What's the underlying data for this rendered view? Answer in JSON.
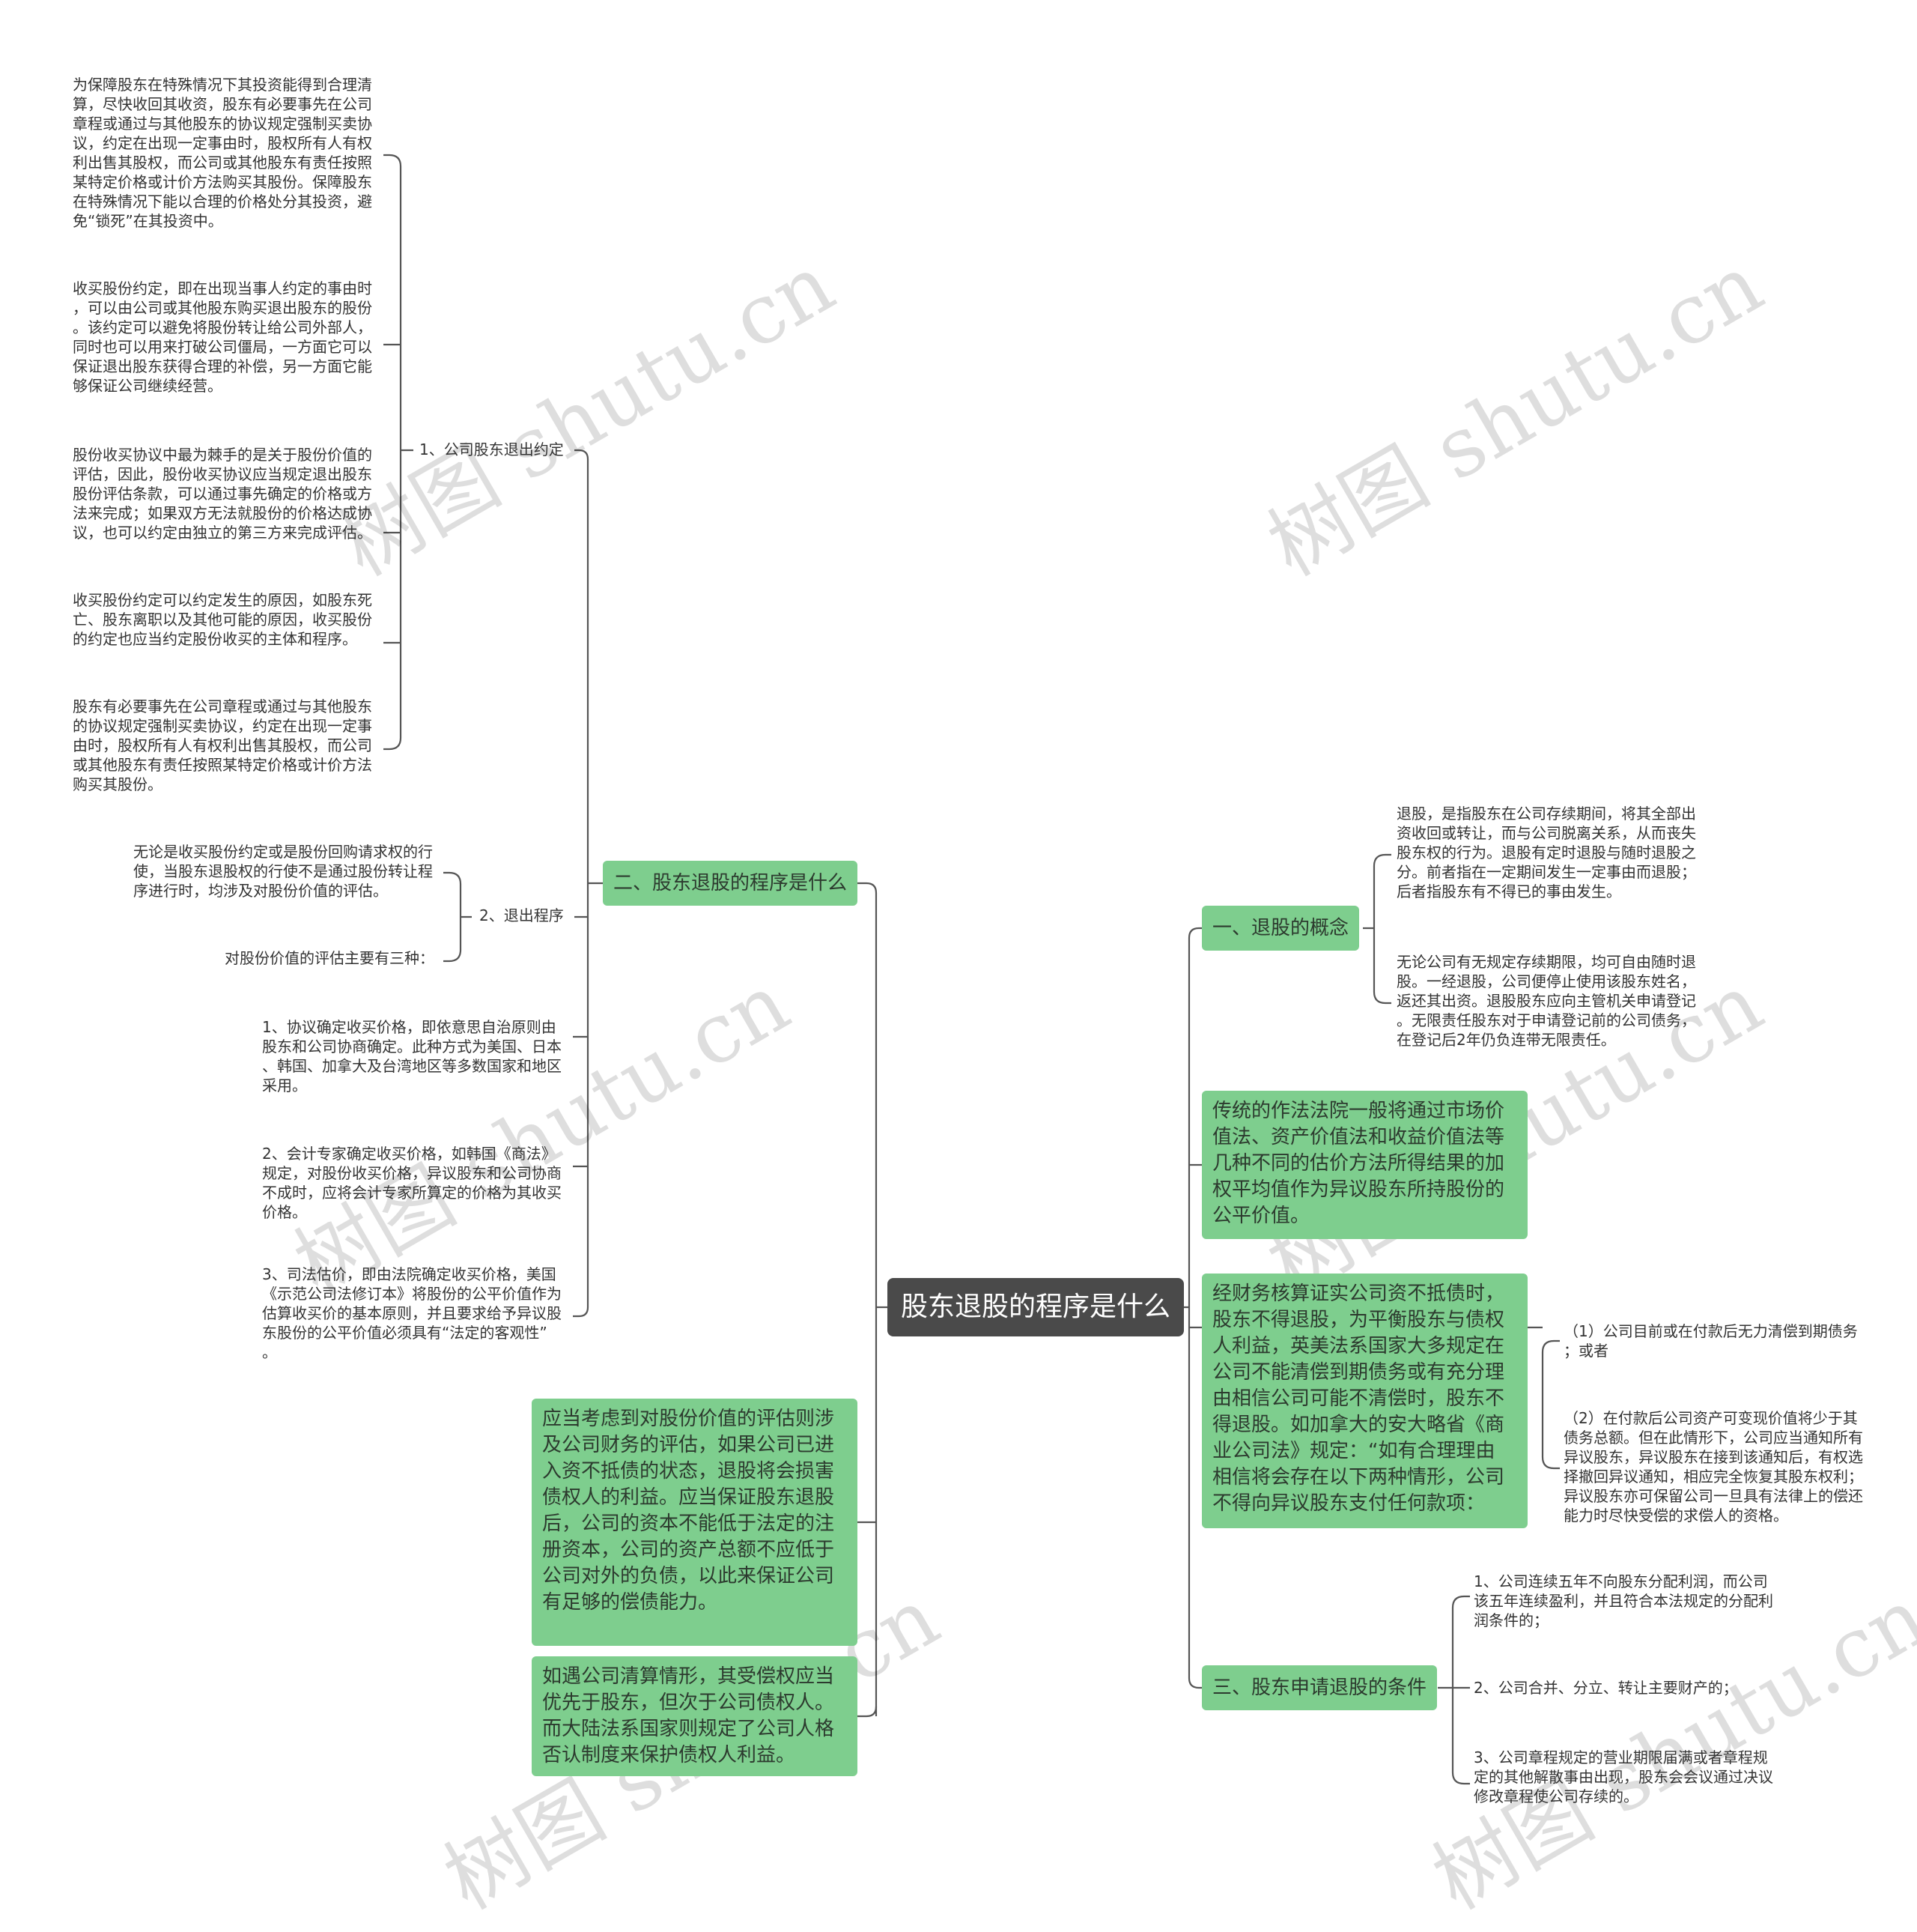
{
  "watermark": "树图 shutu.cn",
  "center": {
    "label": "股东退股的程序是什么"
  },
  "left": {
    "branch_label": "二、股东退股的程序是什么",
    "sub1": {
      "label": "1、公司股东退出约定",
      "items": [
        "为保障股东在特殊情况下其投资能得到合理清\n算，尽快收回其收资，股东有必要事先在公司\n章程或通过与其他股东的协议规定强制买卖协\n议，约定在出现一定事由时，股权所有人有权\n利出售其股权，而公司或其他股东有责任按照\n某特定价格或计价方法购买其股份。保障股东\n在特殊情况下能以合理的价格处分其投资，避\n免“锁死”在其投资中。",
        "收买股份约定，即在出现当事人约定的事由时\n，可以由公司或其他股东购买退出股东的股份\n。该约定可以避免将股份转让给公司外部人，\n同时也可以用来打破公司僵局，一方面它可以\n保证退出股东获得合理的补偿，另一方面它能\n够保证公司继续经营。",
        "股份收买协议中最为棘手的是关于股份价值的\n评估，因此，股份收买协议应当规定退出股东\n股份评估条款，可以通过事先确定的价格或方\n法来完成；如果双方无法就股份的价格达成协\n议，也可以约定由独立的第三方来完成评估。",
        "收买股份约定可以约定发生的原因，如股东死\n亡、股东离职以及其他可能的原因，收买股份\n的约定也应当约定股份收买的主体和程序。",
        "股东有必要事先在公司章程或通过与其他股东\n的协议规定强制买卖协议，约定在出现一定事\n由时，股权所有人有权利出售其股权，而公司\n或其他股东有责任按照某特定价格或计价方法\n购买其股份。"
      ]
    },
    "sub2": {
      "label": "2、退出程序",
      "items": [
        "无论是收买股份约定或是股份回购请求权的行\n使，当股东退股权的行使不是通过股份转让程\n序进行时，均涉及对股份价值的评估。",
        "对股份价值的评估主要有三种："
      ]
    },
    "methods": [
      "1、协议确定收买价格，即依意思自治原则由\n股东和公司协商确定。此种方式为美国、日本\n、韩国、加拿大及台湾地区等多数国家和地区\n采用。",
      "2、会计专家确定收买价格，如韩国《商法》\n规定，对股份收买价格，异议股东和公司协商\n不成时，应将会计专家所算定的价格为其收买\n价格。",
      "3、司法估价，即由法院确定收买价格，美国\n《示范公司法修订本》将股份的公平价值作为\n估算收买价的基本原则，并且要求给予异议股\n东股份的公平价值必须具有“法定的客观性”\n。"
    ],
    "green_note_1": "应当考虑到对股份价值的评估则涉\n及公司财务的评估，如果公司已进\n入资不抵债的状态，退股将会损害\n债权人的利益。应当保证股东退股\n后，公司的资本不能低于法定的注\n册资本，公司的资产总额不应低于\n公司对外的负债，以此来保证公司\n有足够的偿债能力。",
    "green_note_2": "如遇公司清算情形，其受偿权应当\n优先于股东，但次于公司债权人。\n而大陆法系国家则规定了公司人格\n否认制度来保护债权人利益。"
  },
  "right": {
    "branch1": {
      "label": "一、退股的概念",
      "items": [
        "退股，是指股东在公司存续期间，将其全部出\n资收回或转让，而与公司脱离关系，从而丧失\n股东权的行为。退股有定时退股与随时退股之\n分。前者指在一定期间发生一定事由而退股；\n后者指股东有不得已的事由发生。",
        "无论公司有无规定存续期限，均可自由随时退\n股。一经退股，公司便停止使用该股东姓名，\n返还其出资。退股股东应向主管机关申请登记\n。无限责任股东对于申请登记前的公司债务，\n在登记后2年仍负连带无限责任。"
      ]
    },
    "green_1": "传统的作法法院一般将通过市场价\n值法、资产价值法和收益价值法等\n几种不同的估价方法所得结果的加\n权平均值作为异议股东所持股份的\n公平价值。",
    "green_2": {
      "text": "经财务核算证实公司资不抵债时，\n股东不得退股，为平衡股东与债权\n人利益，英美法系国家大多规定在\n公司不能清偿到期债务或有充分理\n由相信公司可能不清偿时，股东不\n得退股。如加拿大的安大略省《商\n业公司法》规定：“如有合理理由\n相信将会存在以下两种情形，公司\n不得向异议股东支付任何款项：",
      "items": [
        "（1）公司目前或在付款后无力清偿到期债务\n；或者",
        "（2）在付款后公司资产可变现价值将少于其\n债务总额。但在此情形下，公司应当通知所有\n异议股东，异议股东在接到该通知后，有权选\n择撤回异议通知，相应完全恢复其股东权利；\n异议股东亦可保留公司一旦具有法律上的偿还\n能力时尽快受偿的求偿人的资格。"
      ]
    },
    "branch3": {
      "label": "三、股东申请退股的条件",
      "items": [
        "1、公司连续五年不向股东分配利润，而公司\n该五年连续盈利，并且符合本法规定的分配利\n润条件的；",
        "2、公司合并、分立、转让主要财产的；",
        "3、公司章程规定的营业期限届满或者章程规\n定的其他解散事由出现，股东会会议通过决议\n修改章程使公司存续的。"
      ]
    }
  },
  "colors": {
    "line": "#555555",
    "green": "#7ece8e",
    "center": "#4a4a4a"
  }
}
